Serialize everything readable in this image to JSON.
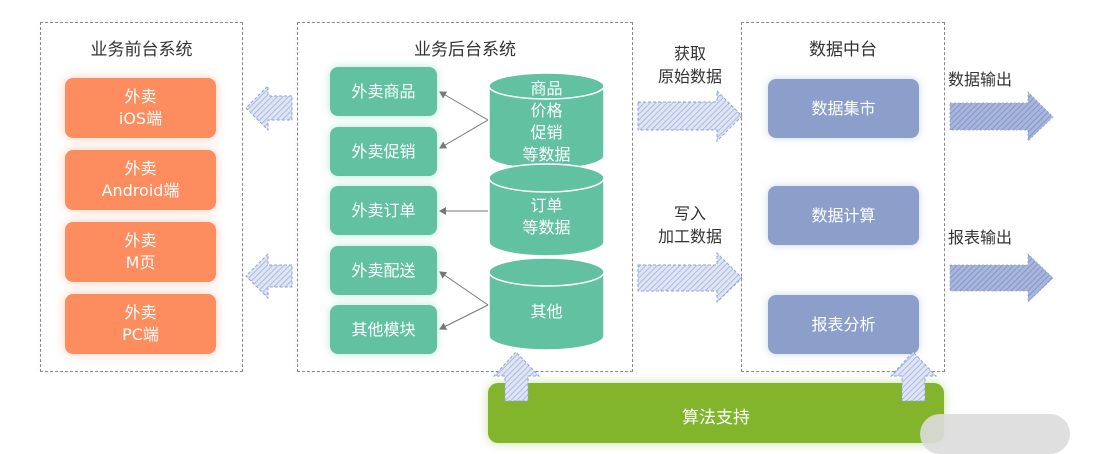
{
  "groups": {
    "frontend": {
      "title": "业务前台系统",
      "items": [
        "外卖\niOS端",
        "外卖\nAndroid端",
        "外卖\nM页",
        "外卖\nPC端"
      ]
    },
    "backend": {
      "title": "业务后台系统",
      "modules": [
        "外卖商品",
        "外卖促销",
        "外卖订单",
        "外卖配送",
        "其他模块"
      ],
      "databases": [
        "商品\n价格\n促销\n等数据",
        "订单\n等数据",
        "其他"
      ]
    },
    "datacenter": {
      "title": "数据中台",
      "items": [
        "数据集市",
        "数据计算",
        "报表分析"
      ]
    }
  },
  "flows": {
    "fetch_raw": "获取\n原始数据",
    "write_processed": "写入\n加工数据",
    "data_output": "数据输出",
    "report_output": "报表输出"
  },
  "algorithm": {
    "label": "算法支持"
  },
  "colors": {
    "frontend": "#fd8c5f",
    "backend": "#62c1a0",
    "datacenter": "#8c9fcb",
    "algorithm": "#82b52c",
    "arrow": "#a9b8e0"
  }
}
